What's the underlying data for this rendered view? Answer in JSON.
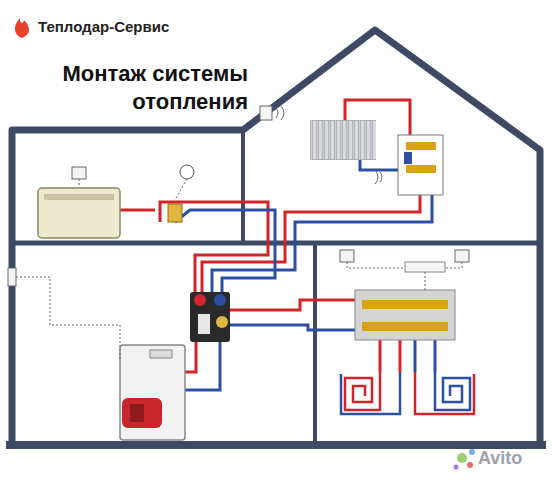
{
  "diagram": {
    "title": "Монтаж системы отопления",
    "labels": [
      "Теплодар-Сервис",
      "Avito"
    ]
  }
}
